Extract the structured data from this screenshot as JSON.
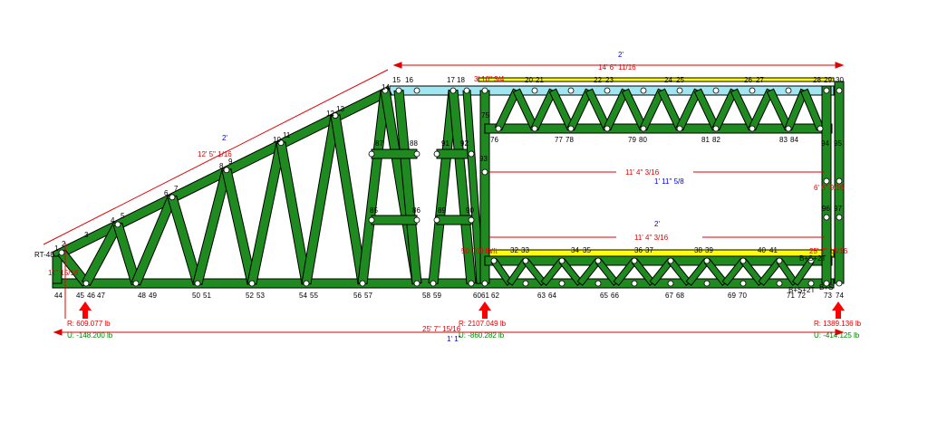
{
  "colors": {
    "member": "#1f8a1f",
    "outline": "#000000",
    "top_chord_fill": "#9fe6f0",
    "highlight_yellow": "#ffff00",
    "node": "#ffffff",
    "dim_red": "#e00000",
    "dim_blue": "#0000e0",
    "dim_green": "#008000",
    "bearing_arrow": "#ff0000"
  },
  "dimensions": {
    "top_overall_pitch": "2'",
    "top_overall_length": "14' 6\" 11/16",
    "slope_pitch": "2'",
    "slope_length": "12' 5\" 1/16",
    "mid_span_top": "11' 4\" 3/16",
    "mid_span_height": "1' 11\" 5/8",
    "mid_span_pitch": "2'",
    "mid_span_bottom": "11' 4\" 3/16",
    "left_end": "11\" 15/16",
    "right_end": "25' 2\" 15/16",
    "right_vert": "6' 6\" 9/16",
    "overall_length": "25' 7\" 15/16",
    "overall_pitch": "1' 1\"",
    "top_stub": "3' 10\" 3/4",
    "load": "50.000 lb/ft"
  },
  "reactions": {
    "left": {
      "r": "R: 609.077 lb",
      "u": "U: -148.200 lb"
    },
    "mid": {
      "r": "R: 2107.049 lb",
      "u": "U: -860.282 lb"
    },
    "right": {
      "r": "R: 1389.136 lb",
      "u": "U: -414.125 lb"
    }
  },
  "labels": {
    "rt": "RT-48",
    "bs_upper": "B+S+2T",
    "bs_lower": "B+S+2T",
    "bs_right": "B+S"
  },
  "top_nodes": [
    "1",
    "2",
    "3",
    "4",
    "5",
    "6",
    "7",
    "8",
    "9",
    "10",
    "11",
    "12",
    "13",
    "14",
    "15",
    "16",
    "17",
    "18",
    "20",
    "21",
    "22",
    "23",
    "24",
    "25",
    "26",
    "27",
    "28",
    "29",
    "30"
  ],
  "bottom_nodes": [
    "44",
    "45",
    "46",
    "47",
    "48",
    "49",
    "50",
    "51",
    "52",
    "53",
    "54",
    "55",
    "56",
    "57",
    "58",
    "59",
    "60",
    "61",
    "62",
    "63",
    "64",
    "65",
    "66",
    "67",
    "68",
    "69",
    "70",
    "71",
    "72",
    "73",
    "74"
  ],
  "inner_nodes": [
    "75",
    "76",
    "77",
    "78",
    "79",
    "80",
    "81",
    "82",
    "83",
    "84",
    "32",
    "33",
    "34",
    "35",
    "36",
    "37",
    "38",
    "39",
    "40",
    "41",
    "85",
    "86",
    "87",
    "88",
    "89",
    "90",
    "91",
    "92",
    "93",
    "94",
    "95",
    "96",
    "97"
  ]
}
